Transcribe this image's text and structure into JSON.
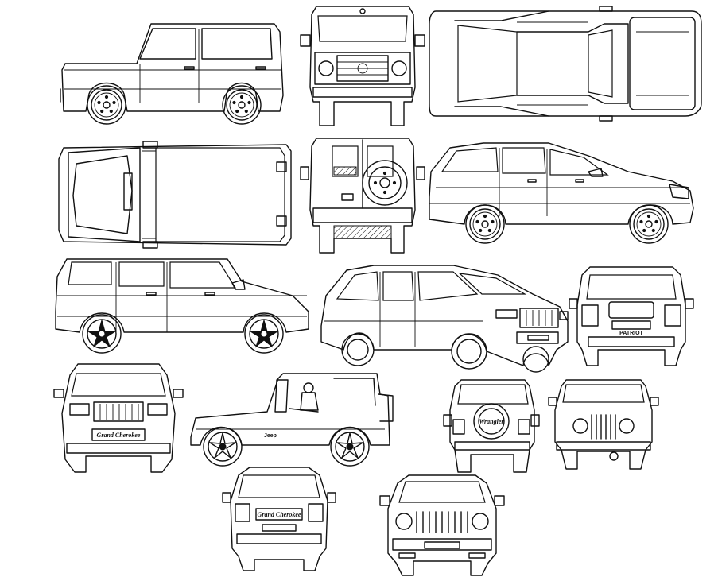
{
  "sheet": {
    "background": "#ffffff",
    "line_color": "#111111"
  },
  "labels": {
    "patriot_plate": "PATRIOT",
    "wrangler_tire_cover": "Wrangler",
    "grand_cherokee_badge": "Grand Cherokee",
    "grand_cherokee_rear_badge": "Grand Cherokee",
    "wrangler_side_badge": "Jeep"
  }
}
